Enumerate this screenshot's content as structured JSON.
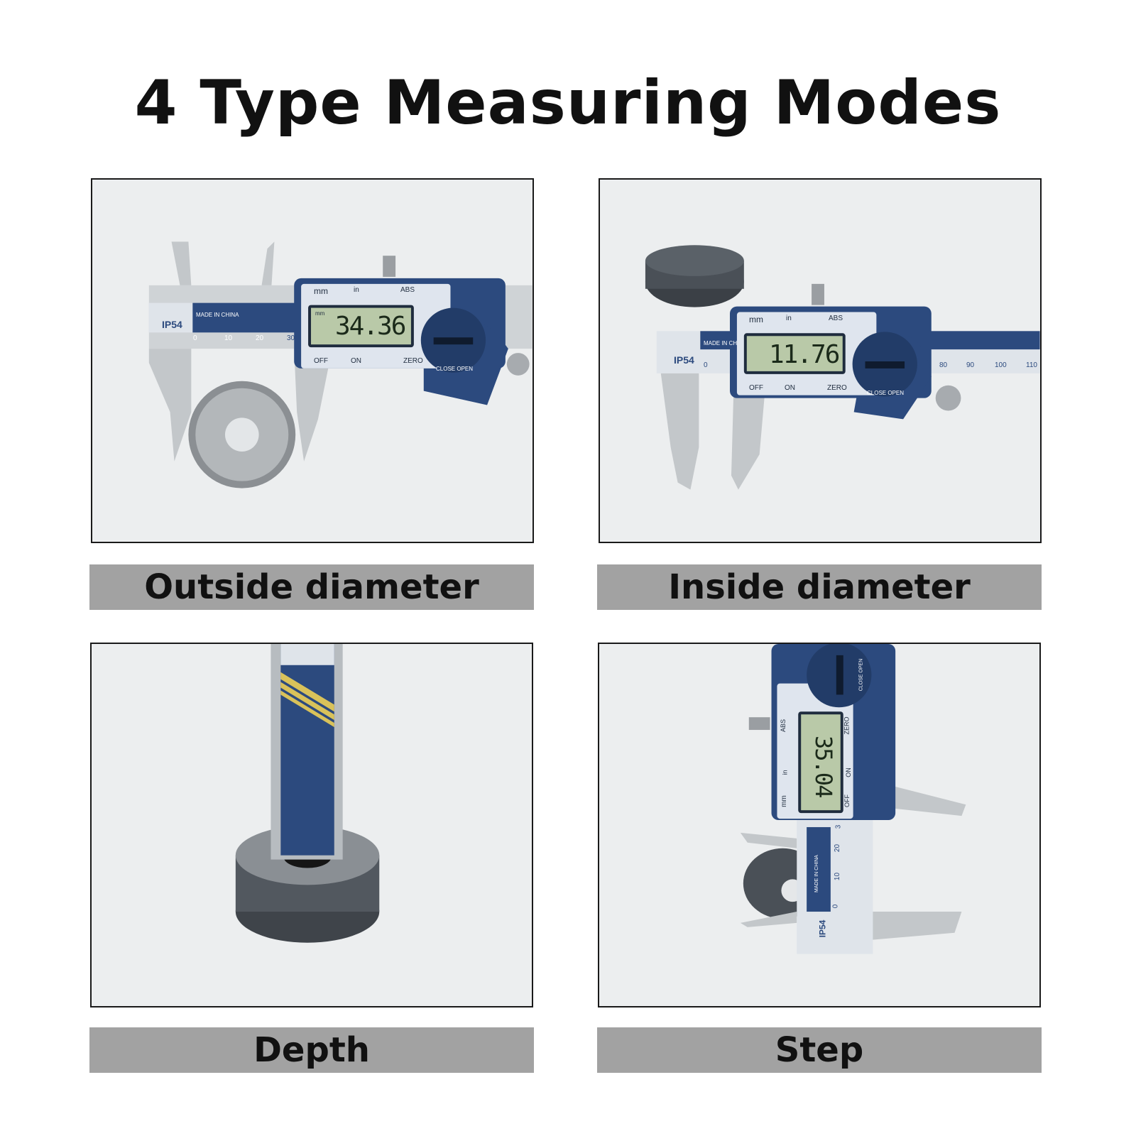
{
  "title": "4 Type Measuring Modes",
  "panels": [
    {
      "caption": "Outside diameter",
      "display": "34.36",
      "scale_marks": [
        "0",
        "10",
        "20",
        "30"
      ],
      "labels": {
        "mm": "mm",
        "in": "in",
        "abs": "ABS",
        "off": "OFF",
        "on": "ON",
        "zero": "ZERO",
        "close_open": "CLOSE  OPEN",
        "ip": "IP54",
        "made": "MADE IN CHINA",
        "lcd_unit": "mm"
      }
    },
    {
      "caption": "Inside diameter",
      "display": "11.76",
      "scale_marks": [
        "0",
        "80",
        "90",
        "100",
        "110"
      ],
      "labels": {
        "mm": "mm",
        "in": "in",
        "abs": "ABS",
        "off": "OFF",
        "on": "ON",
        "zero": "ZERO",
        "close_open": "CLOSE  OPEN",
        "ip": "IP54",
        "made": "MADE IN CH"
      }
    },
    {
      "caption": "Depth"
    },
    {
      "caption": "Step",
      "display": "35.04",
      "scale_marks": [
        "0",
        "10",
        "20",
        "3"
      ],
      "labels": {
        "mm": "mm",
        "in": "in",
        "abs": "ABS",
        "off": "OFF",
        "on": "ON",
        "zero": "ZERO",
        "close_open": "CLOSE  OPEN",
        "ip": "IP54",
        "made": "MADE IN CHINA"
      }
    }
  ],
  "colors": {
    "caliper_blue": "#2c4a7e",
    "steel": "#c9cdd0",
    "lcd": "#b9c9a8",
    "caption_bg": "#a2a2a2"
  }
}
